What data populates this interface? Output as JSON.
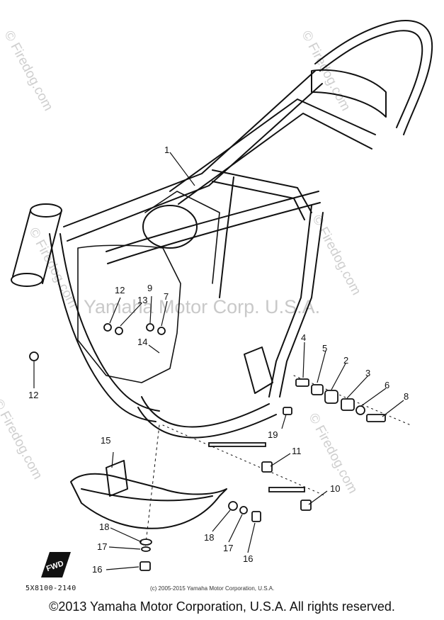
{
  "watermarks": {
    "site": "© Firedog.com",
    "center": "Yamaha Motor Corp. U.S.A."
  },
  "callouts": [
    "1",
    "2",
    "3",
    "4",
    "5",
    "6",
    "7",
    "8",
    "9",
    "10",
    "11",
    "12",
    "12",
    "13",
    "14",
    "15",
    "16",
    "16",
    "17",
    "17",
    "18",
    "18",
    "19"
  ],
  "fwd_label": "FWD",
  "part_code": "5X8100-2140",
  "small_copyright": "(c) 2005-2015 Yamaha Motor Corporation, U.S.A.",
  "footer": "©2013 Yamaha Motor Corporation, U.S.A. All rights reserved."
}
